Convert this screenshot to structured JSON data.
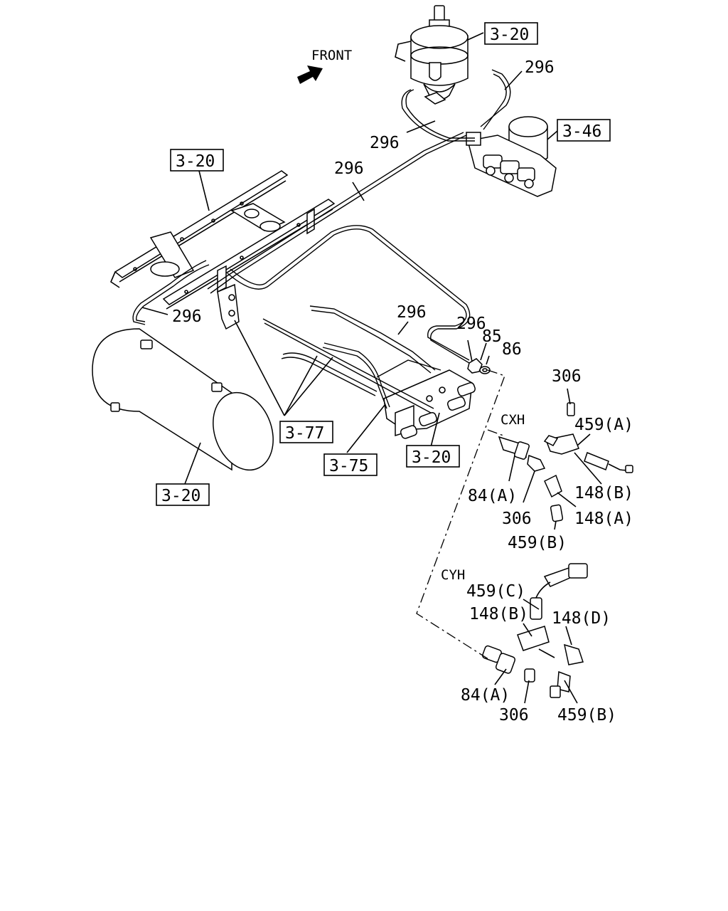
{
  "direction": {
    "label": "FRONT"
  },
  "refs": {
    "r_dryer_tank": "3-20",
    "r_valve": "3-46",
    "r_frame": "3-20",
    "r_bracket": "3-77",
    "r_pipe": "3-75",
    "r_manifold": "3-20",
    "r_tank": "3-20"
  },
  "parts": {
    "p296_a": "296",
    "p296_b": "296",
    "p296_c": "296",
    "p296_d": "296",
    "p296_e": "296",
    "p296_f": "296",
    "p85": "85",
    "p86": "86",
    "p306_a": "306",
    "p459a": "459(A)",
    "p148b_a": "148(B)",
    "p148a": "148(A)",
    "p84a_a": "84(A)",
    "p306_b": "306",
    "p459b_a": "459(B)",
    "p459c": "459(C)",
    "p148b_b": "148(B)",
    "p148d": "148(D)",
    "p84a_b": "84(A)",
    "p306_c": "306",
    "p459b_b": "459(B)"
  },
  "variants": {
    "cxh": "CXH",
    "cyh": "CYH"
  }
}
